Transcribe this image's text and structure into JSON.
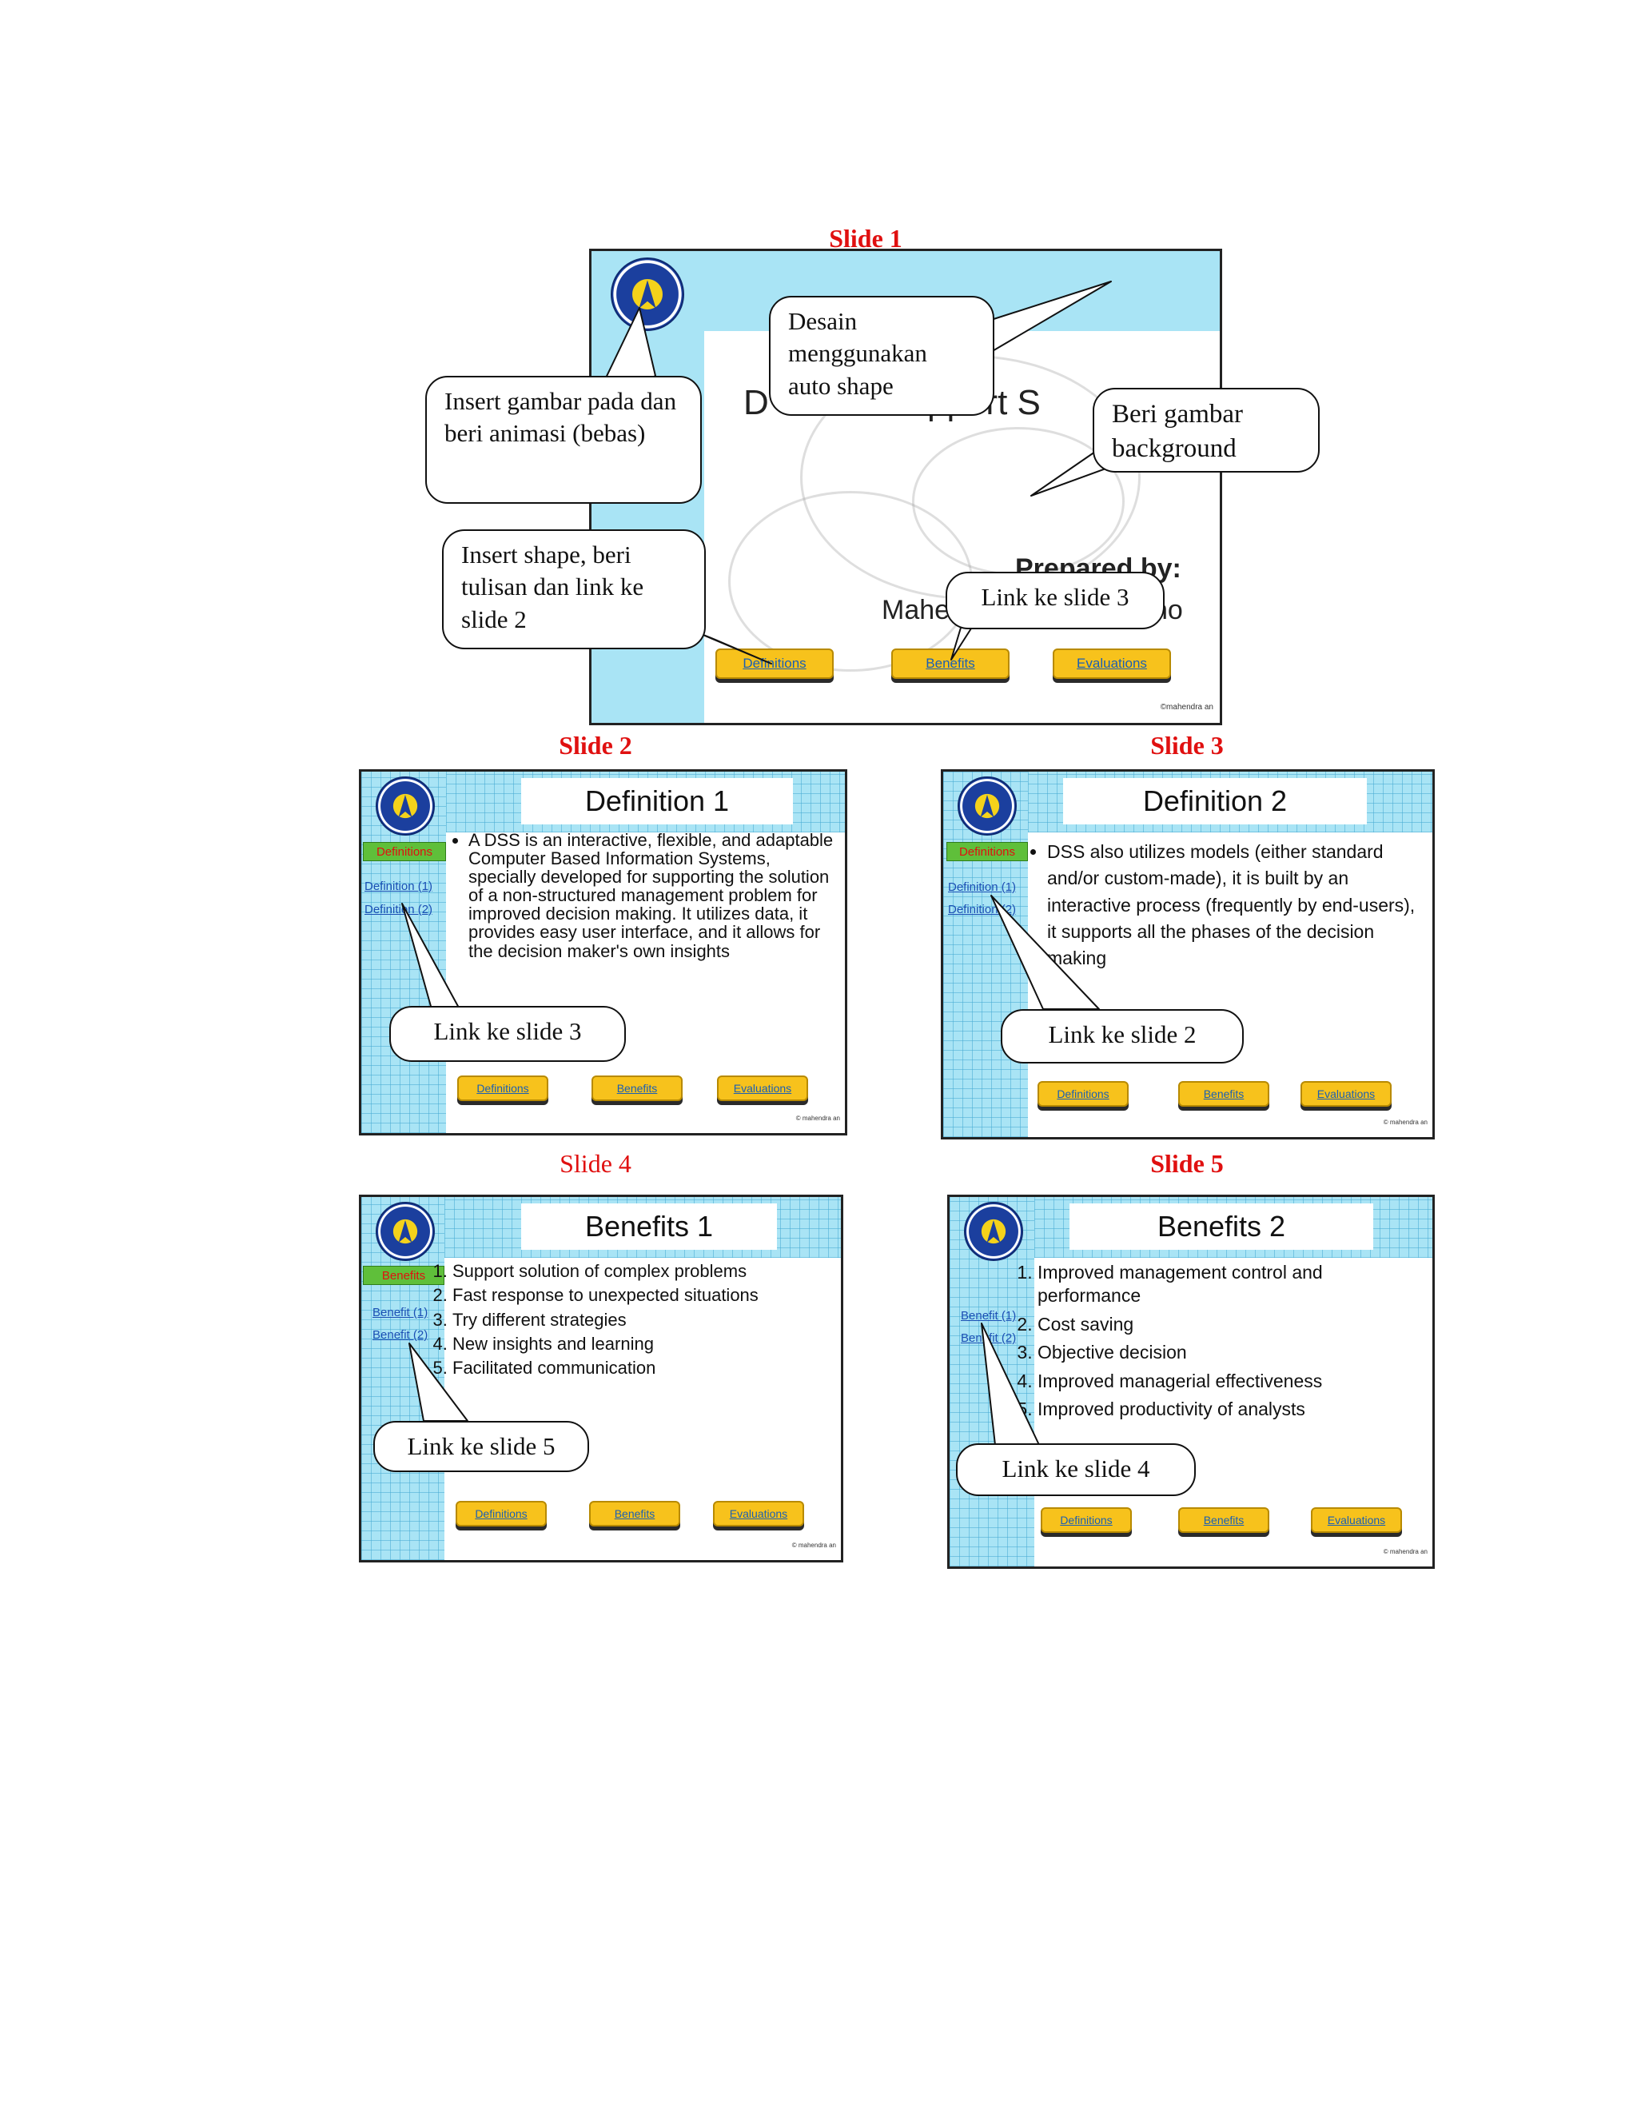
{
  "labels": {
    "slide1": "Slide 1",
    "slide2": "Slide 2",
    "slide3": "Slide 3",
    "slide4": "Slide 4",
    "slide5": "Slide 5"
  },
  "slide1": {
    "title_visible": "D",
    "title_visible2": "pport S",
    "prepared_visible": "Prepared by:",
    "author_visible": "Mahe",
    "author_visible2": "no",
    "buttons": [
      "Definitions",
      "Benefits",
      "Evaluations"
    ],
    "copyright": "©mahendra an"
  },
  "slide2": {
    "title": "Definition 1",
    "side_active": "Definitions",
    "side_links": [
      "Definition (1)",
      "Definition (2)"
    ],
    "body": "A DSS is an interactive, flexible, and adaptable Computer Based Information Systems, specially developed for supporting the solution of a non-structured management problem for improved decision making. It utilizes data, it provides easy user interface, and it allows for the decision maker's own insights",
    "buttons": [
      "Definitions",
      "Benefits",
      "Evaluations"
    ],
    "copyright": "© mahendra an"
  },
  "slide3": {
    "title": "Definition 2",
    "side_active": "Definitions",
    "side_links": [
      "Definition (1)",
      "Definition (2)"
    ],
    "body": "DSS also utilizes models (either standard and/or custom-made), it is built by an interactive process (frequently by end-users), it supports all the phases of the decision making",
    "buttons": [
      "Definitions",
      "Benefits",
      "Evaluations"
    ],
    "copyright": "© mahendra an"
  },
  "slide4": {
    "title": "Benefits 1",
    "side_active": "Benefits",
    "side_links": [
      "Benefit (1)",
      "Benefit (2)"
    ],
    "items": [
      "Support solution of complex problems",
      "Fast response to unexpected situations",
      "Try different strategies",
      "New insights and learning",
      "Facilitated communication"
    ],
    "buttons": [
      "Definitions",
      "Benefits",
      "Evaluations"
    ],
    "copyright": "© mahendra an"
  },
  "slide5": {
    "title": "Benefits 2",
    "side_links": [
      "Benefit (1)",
      "Benefit (2)"
    ],
    "items": [
      "Improved management control and performance",
      "Cost saving",
      "Objective decision",
      "Improved managerial effectiveness",
      "Improved productivity of analysts"
    ],
    "buttons": [
      "Definitions",
      "Benefits",
      "Evaluations"
    ],
    "copyright": "© mahendra an"
  },
  "callouts": {
    "insert_image": "Insert gambar pada dan beri animasi (bebas)",
    "design_autoshape": "Desain menggunakan auto shape",
    "background": "Beri gambar background",
    "insert_shape": "Insert shape, beri tulisan dan link ke slide 2",
    "link_slide3_a": "Link ke slide 3",
    "link_slide3_b": "Link ke slide 3",
    "link_slide2": "Link ke slide 2",
    "link_slide5": "Link ke slide 5",
    "link_slide4": "Link ke slide 4"
  }
}
